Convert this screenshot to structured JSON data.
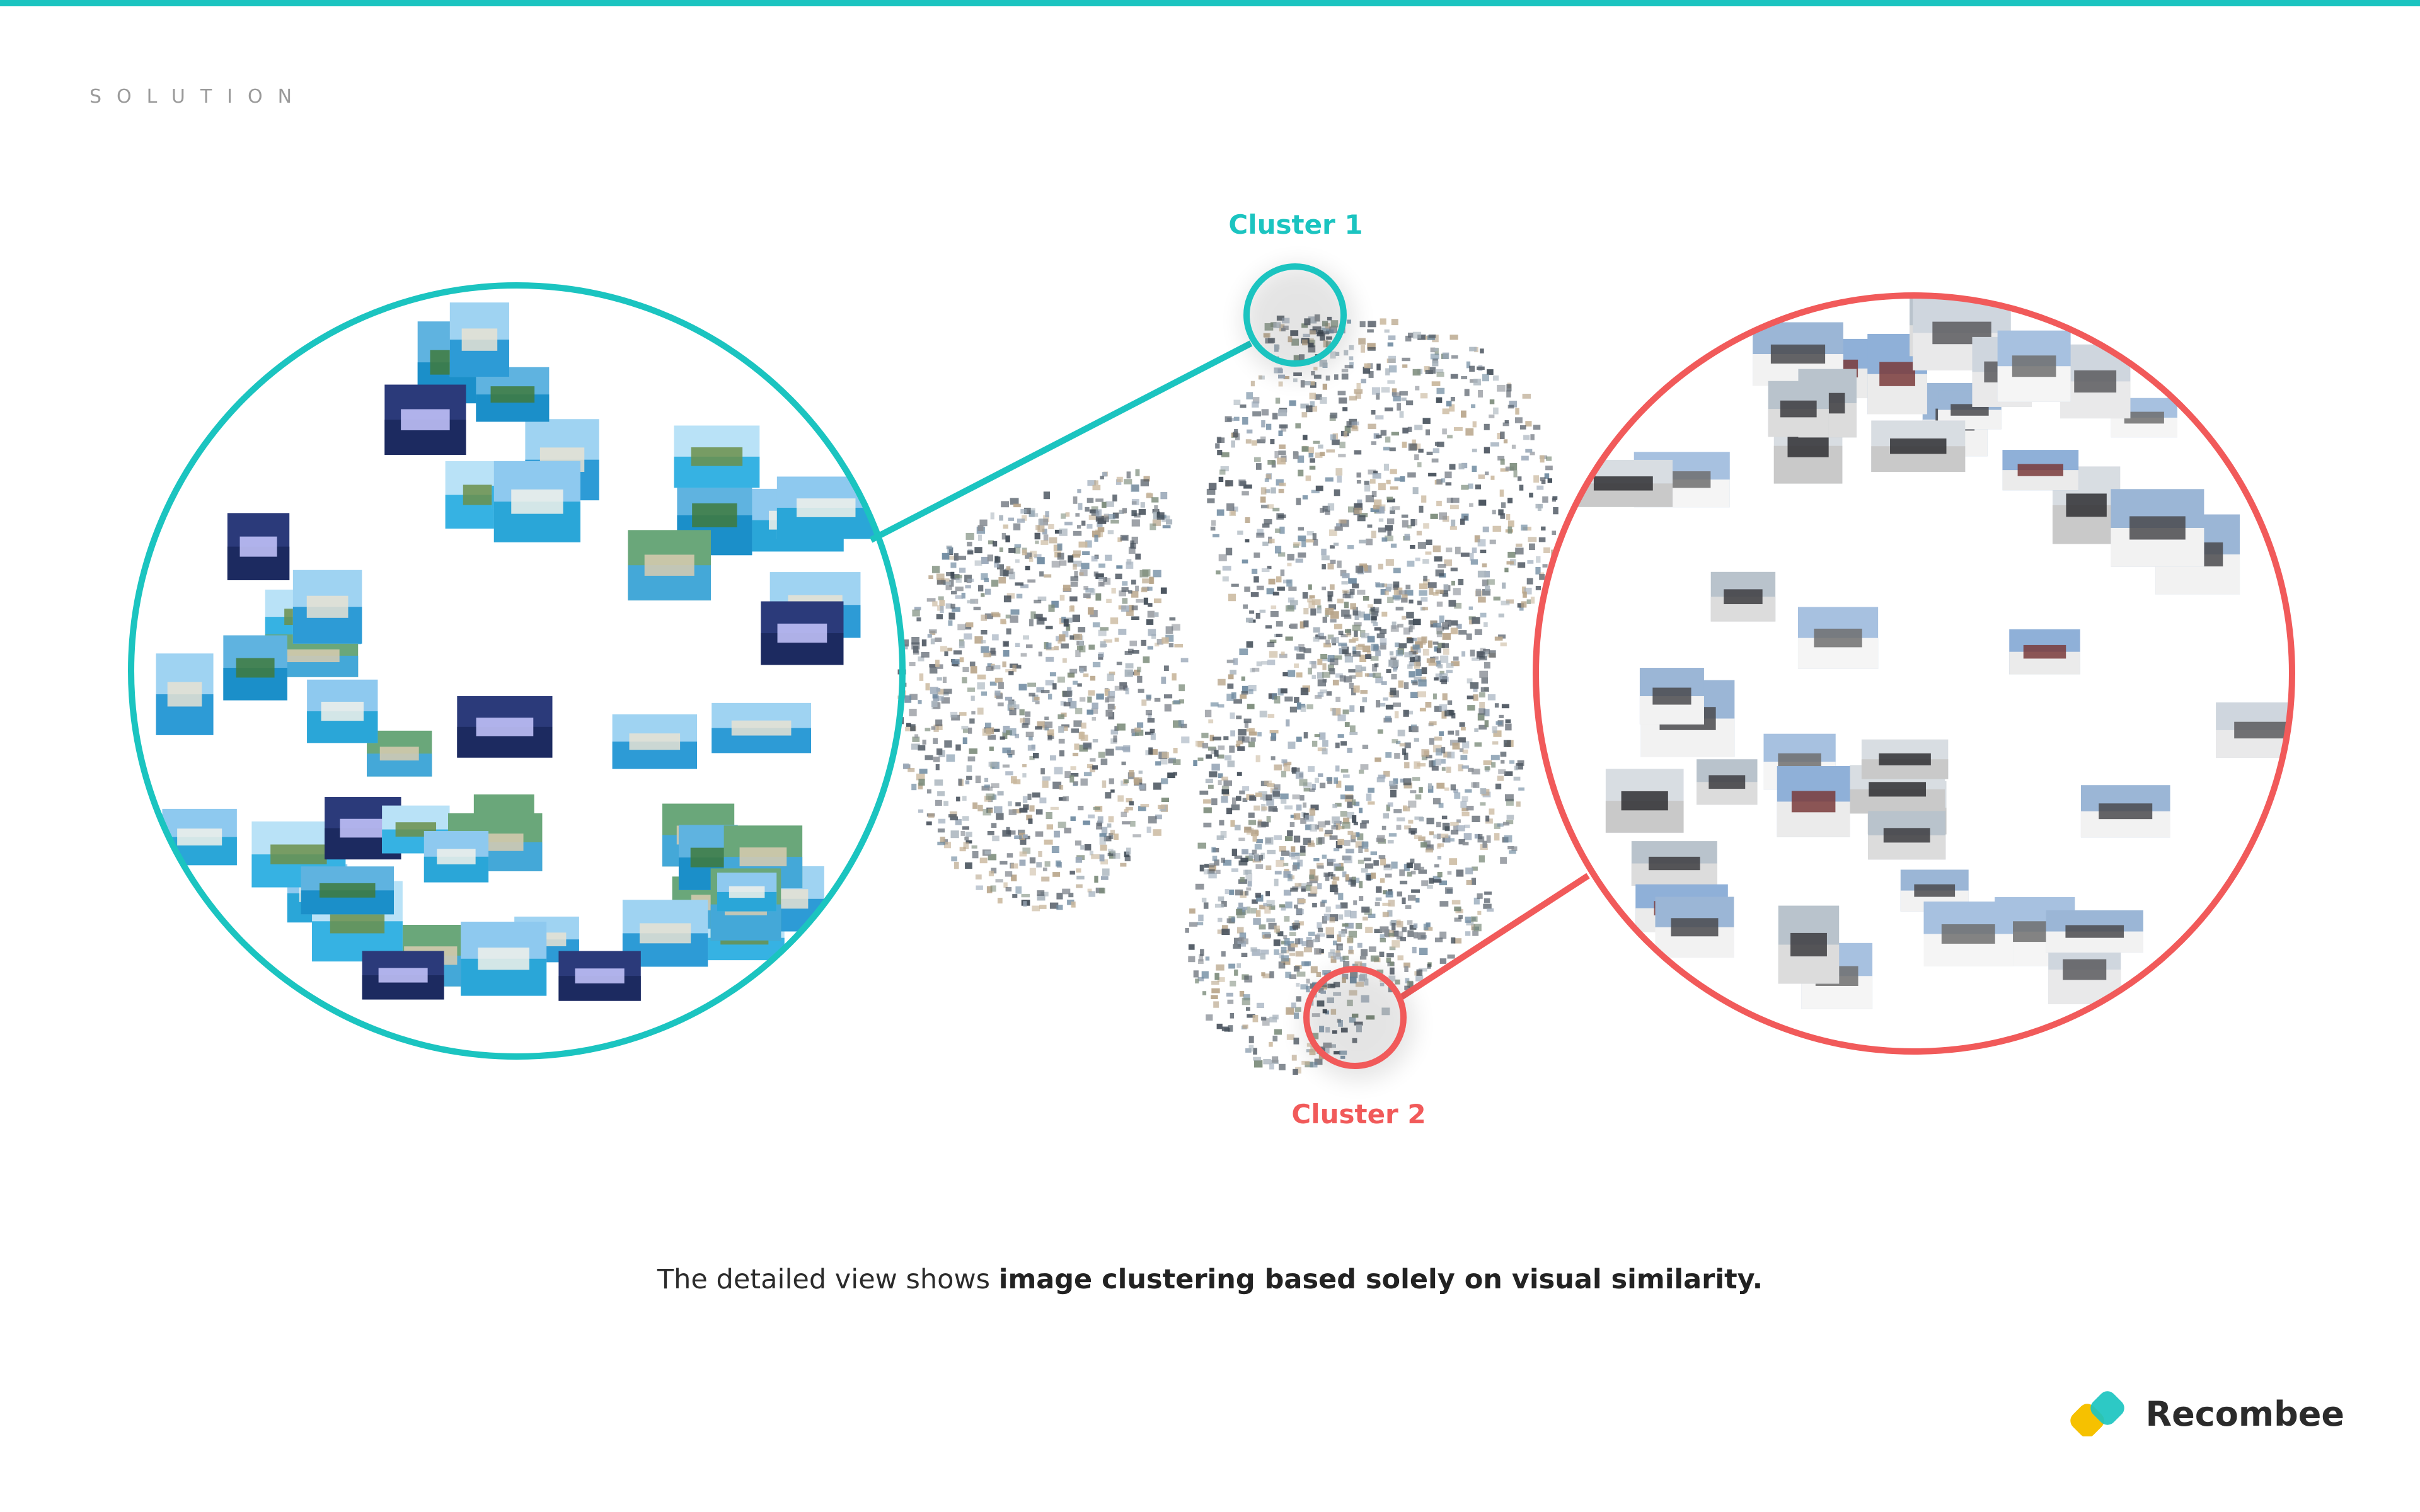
{
  "section_label": "SOLUTION",
  "clusters": [
    {
      "label": "Cluster 1",
      "color": "#1bc4c0"
    },
    {
      "label": "Cluster 2",
      "color": "#f15a5a"
    }
  ],
  "caption": {
    "prefix": "The detailed view shows ",
    "emphasis": "image clustering based solely on visual similarity."
  },
  "brand": {
    "name": "Recombee",
    "logo_colors": [
      "#f6c100",
      "#1bc4c0"
    ],
    "icon": "recombee-logo-icon"
  },
  "colors": {
    "accent": "#1bc4c0",
    "highlight": "#f15a5a",
    "text": "#2b2b2b",
    "muted": "#9a9a9a"
  }
}
